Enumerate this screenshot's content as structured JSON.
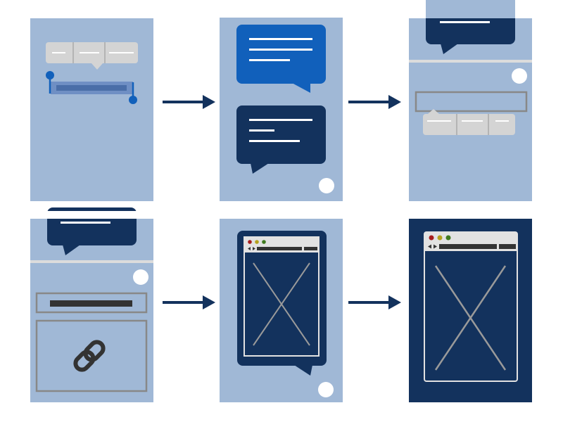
{
  "colors": {
    "background": "#ffffff",
    "panel_light": "#a0b8d6",
    "navy": "#13325d",
    "bubble_blue": "#1160bb",
    "popup_gray": "#d4d4d4",
    "divider": "#dcdcdc",
    "field_border": "#888888",
    "text_bar": "#333333",
    "selection_bar": "#4a6ea8",
    "handle": "#1160bb",
    "browser_chrome": "#e2e2e2",
    "dot_red": "#a61c1c",
    "dot_yellow": "#b5a11d",
    "dot_green": "#3f7a1e"
  },
  "steps": [
    {
      "id": "step-1-select-text",
      "icons": [
        "copy-popup-menu",
        "selection-handle-icon"
      ]
    },
    {
      "id": "step-2-message-bubbles",
      "icons": [
        "sent-message-bubble",
        "received-message-bubble",
        "home-button-icon"
      ]
    },
    {
      "id": "step-3-paste-menu",
      "icons": [
        "message-bubble",
        "home-button-icon",
        "paste-popup-menu"
      ]
    },
    {
      "id": "step-4-link-pasted",
      "icons": [
        "message-bubble",
        "home-button-icon",
        "link-icon"
      ]
    },
    {
      "id": "step-5-browser-in-bubble",
      "icons": [
        "browser-window-icon",
        "home-button-icon"
      ]
    },
    {
      "id": "step-6-browser-fullscreen",
      "icons": [
        "browser-window-icon"
      ]
    }
  ],
  "arrows": [
    "step-1-to-2",
    "step-2-to-3",
    "step-4-to-5",
    "step-5-to-6"
  ]
}
